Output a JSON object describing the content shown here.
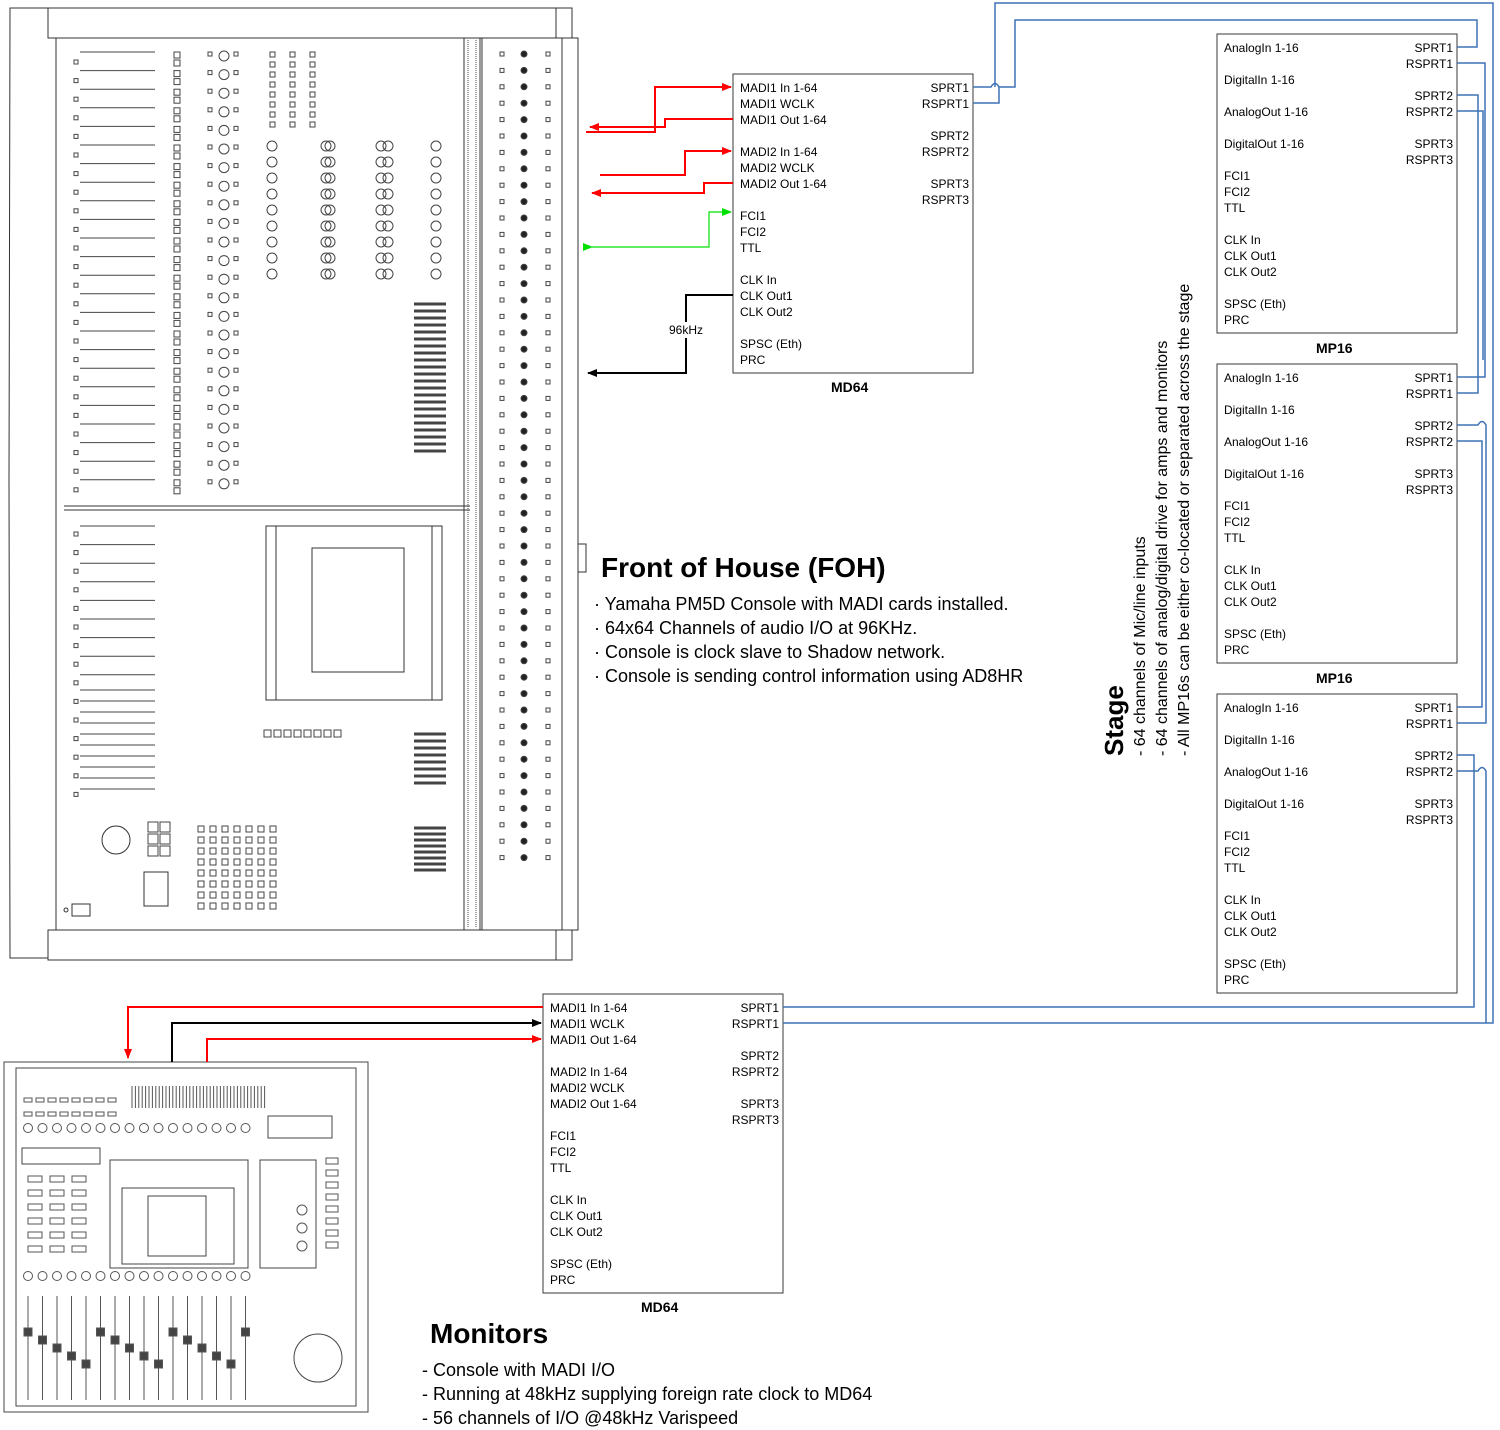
{
  "foh_md64": {
    "title": "MD64",
    "left_lines": [
      "MADI1 In 1-64",
      "MADI1 WCLK",
      "MADI1 Out 1-64",
      "",
      "MADI2 In 1-64",
      "MADI2 WCLK",
      "MADI2 Out 1-64",
      "",
      "FCI1",
      "FCI2",
      "TTL",
      "",
      "CLK In",
      "CLK Out1",
      "CLK Out2",
      "",
      "SPSC (Eth)",
      "PRC"
    ],
    "right_lines": [
      "SPRT1",
      "RSPRT1",
      "",
      "SPRT2",
      "RSPRT2",
      "",
      "SPRT3",
      "RSPRT3"
    ]
  },
  "mon_md64": {
    "title": "MD64",
    "left_lines": [
      "MADI1 In 1-64",
      "MADI1 WCLK",
      "MADI1 Out 1-64",
      "",
      "MADI2 In 1-64",
      "MADI2 WCLK",
      "MADI2 Out 1-64",
      "",
      "FCI1",
      "FCI2",
      "TTL",
      "",
      "CLK In",
      "CLK Out1",
      "CLK Out2",
      "",
      "SPSC (Eth)",
      "PRC"
    ],
    "right_lines": [
      "SPRT1",
      "RSPRT1",
      "",
      "SPRT2",
      "RSPRT2",
      "",
      "SPRT3",
      "RSPRT3"
    ]
  },
  "mp16_1": {
    "title": "MP16",
    "left_lines": [
      "AnalogIn 1-16",
      "",
      "DigitalIn 1-16",
      "",
      "AnalogOut 1-16",
      "",
      "DigitalOut 1-16",
      "",
      "FCI1",
      "FCI2",
      "TTL",
      "",
      "CLK In",
      "CLK Out1",
      "CLK Out2",
      "",
      "SPSC (Eth)",
      "PRC"
    ],
    "right_lines": [
      "SPRT1",
      "RSPRT1",
      "",
      "SPRT2",
      "RSPRT2",
      "",
      "SPRT3",
      "RSPRT3"
    ]
  },
  "mp16_2": {
    "title": "MP16",
    "left_lines": [
      "AnalogIn 1-16",
      "",
      "DigitalIn 1-16",
      "",
      "AnalogOut 1-16",
      "",
      "DigitalOut 1-16",
      "",
      "FCI1",
      "FCI2",
      "TTL",
      "",
      "CLK In",
      "CLK Out1",
      "CLK Out2",
      "",
      "SPSC (Eth)",
      "PRC"
    ],
    "right_lines": [
      "SPRT1",
      "RSPRT1",
      "",
      "SPRT2",
      "RSPRT2",
      "",
      "SPRT3",
      "RSPRT3"
    ]
  },
  "mp16_3": {
    "title": "",
    "left_lines": [
      "AnalogIn 1-16",
      "",
      "DigitalIn 1-16",
      "",
      "AnalogOut 1-16",
      "",
      "DigitalOut 1-16",
      "",
      "FCI1",
      "FCI2",
      "TTL",
      "",
      "CLK In",
      "CLK Out1",
      "CLK Out2",
      "",
      "SPSC (Eth)",
      "PRC"
    ],
    "right_lines": [
      "SPRT1",
      "RSPRT1",
      "",
      "SPRT2",
      "RSPRT2",
      "",
      "SPRT3",
      "RSPRT3"
    ]
  },
  "clock_label": "96kHz",
  "foh": {
    "title": "Front of House (FOH)",
    "lines": [
      "· Yamaha PM5D Console with MADI cards installed.",
      "· 64x64 Channels of audio I/O at 96KHz.",
      "· Console is clock slave to Shadow network.",
      "· Console is sending control information using AD8HR"
    ]
  },
  "stage": {
    "title": "Stage",
    "lines": [
      "- 64 channels of Mic/line inputs",
      "- 64 channels of analog/digital drive for amps and monitors",
      "- All MP16s can be either co-located or separated across the stage"
    ]
  },
  "monitors": {
    "title": "Monitors",
    "lines": [
      "- Console with MADI I/O",
      "- Running at 48kHz supplying foreign rate clock to MD64",
      "- 56 channels of I/O @48kHz Varispeed"
    ]
  },
  "colors": {
    "madi": "#ff0000",
    "clock": "#000000",
    "fci": "#00e000",
    "network": "#3f72b5",
    "line": "#3a3a3a"
  }
}
